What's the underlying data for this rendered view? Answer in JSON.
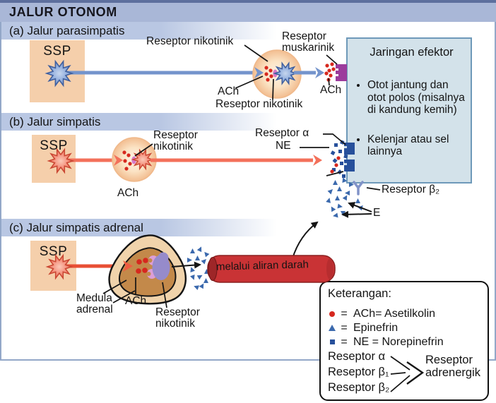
{
  "title": "JALUR OTONOM",
  "sections": {
    "a": {
      "label": "(a) Jalur parasimpatis",
      "ssp": "SSP",
      "receptor_nicotinic_top": "Reseptor nikotinik",
      "receptor_muscarinic_line1": "Reseptor",
      "receptor_muscarinic_line2": "muskarinik",
      "ach_ganglion": "ACh",
      "receptor_nicotinic_bottom": "Reseptor nikotinik",
      "ach_terminal": "ACh"
    },
    "b": {
      "label": "(b) Jalur simpatis",
      "ssp": "SSP",
      "receptor_nicotinic_line1": "Reseptor",
      "receptor_nicotinic_line2": "nikotinik",
      "ach": "ACh",
      "receptor_alpha": "Reseptor α",
      "ne": "NE",
      "receptor_beta2": "Reseptor β₂",
      "epinephrine": "E"
    },
    "c": {
      "label": "(c) Jalur simpatis adrenal",
      "ssp": "SSP",
      "medulla_line1": "Medula",
      "medulla_line2": "adrenal",
      "ach": "ACh",
      "receptor_nicotinic_line1": "Reseptor",
      "receptor_nicotinic_line2": "nikotinik",
      "vessel_label": "melalui aliran darah"
    }
  },
  "effector": {
    "title": "Jaringan efektor",
    "bullets": [
      "Otot jantung dan otot polos (misalnya di kandung kemih)",
      "Kelenjar atau sel lainnya"
    ]
  },
  "legend": {
    "title": "Keterangan:",
    "items": [
      {
        "symbol": "ach-dot",
        "eq": "=",
        "label": "ACh= Asetilkolin"
      },
      {
        "symbol": "epinephrine-triangle",
        "eq": "=",
        "label": "Epinefrin"
      },
      {
        "symbol": "ne-square",
        "eq": "=",
        "label": "NE = Norepinefrin"
      }
    ],
    "receptors": [
      "Reseptor α",
      "Reseptor β₁",
      "Reseptor β₂"
    ],
    "result_line1": "Reseptor",
    "result_line2": "adrenergik"
  },
  "colors": {
    "header_bar": "#a9b7d7",
    "effector_box": "#d3e2ea",
    "ach_red": "#d6281e",
    "epinephrine_blue": "#3b69ad",
    "ne_blue": "#27509b",
    "vessel_red": "#c93335",
    "ssp_box": "#f5cfab"
  }
}
